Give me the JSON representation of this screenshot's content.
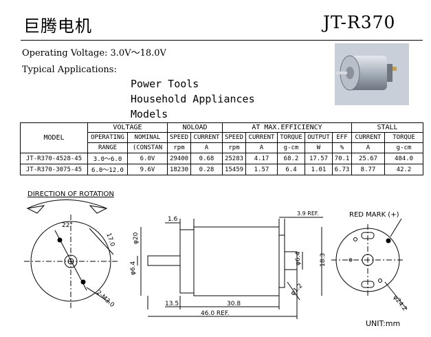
{
  "header": {
    "brand": "巨腾电机",
    "model": "JT-R370"
  },
  "operating_voltage": "Operating Voltage: 3.0V～18.0V",
  "typical_applications_label": "Typical Applications:",
  "applications": [
    "Power Tools",
    "Household Appliances",
    "Models"
  ],
  "table": {
    "model_header": "MODEL",
    "group_headers": {
      "voltage": "VOLTAGE",
      "noload": "NOLOAD",
      "max_eff": "AT MAX.EFFICIENCY",
      "stall": "STALL"
    },
    "sub_headers": {
      "operating": "OPERATING",
      "range": "RANGE",
      "nominal": "NOMINAL",
      "constant": "(CONSTAN",
      "speed": "SPEED",
      "current": "CURRENT",
      "torque": "TORQUE",
      "output": "OUTPUT",
      "eff": "EFF"
    },
    "units": {
      "rpm": "rpm",
      "a": "A",
      "gcm": "g-cm",
      "w": "W",
      "pct": "%"
    },
    "rows": [
      {
        "model": "JT-R370-4528-45",
        "range": "3.0～6.0",
        "nominal": "6.0V",
        "nl_speed": "29400",
        "nl_current": "0.68",
        "me_speed": "25283",
        "me_current": "4.17",
        "me_torque": "68.2",
        "me_output": "17.57",
        "me_eff": "70.1",
        "st_current": "25.67",
        "st_torque": "484.0"
      },
      {
        "model": "JT-R370-3075-45",
        "range": "6.0～12.0",
        "nominal": "9.6V",
        "nl_speed": "18230",
        "nl_current": "0.28",
        "me_speed": "15459",
        "me_current": "1.57",
        "me_torque": "6.4",
        "me_output": "1.01",
        "me_eff": "6.73",
        "st_current": "8.77",
        "st_torque": "42.2"
      }
    ]
  },
  "drawing": {
    "direction_label": "DIRECTION OF ROTATION",
    "dims": {
      "angle": "22°",
      "r17": "17.0",
      "d20": "φ20",
      "l16": "1.6",
      "d64a": "φ6.4",
      "l135": "13.5",
      "l308": "30.8",
      "l460": "46.0 REF.",
      "l39": "3.9 REF.",
      "d64b": "φ6.4",
      "d12": "φ1.2",
      "h183": "18.3",
      "d242": "φ24.2",
      "m30": "2-M3.0"
    },
    "red_mark": "RED MARK (+)",
    "unit": "UNIT:mm"
  },
  "colors": {
    "motor_body": "#9aa3ad",
    "photo_bg": "#c9cfd8"
  }
}
